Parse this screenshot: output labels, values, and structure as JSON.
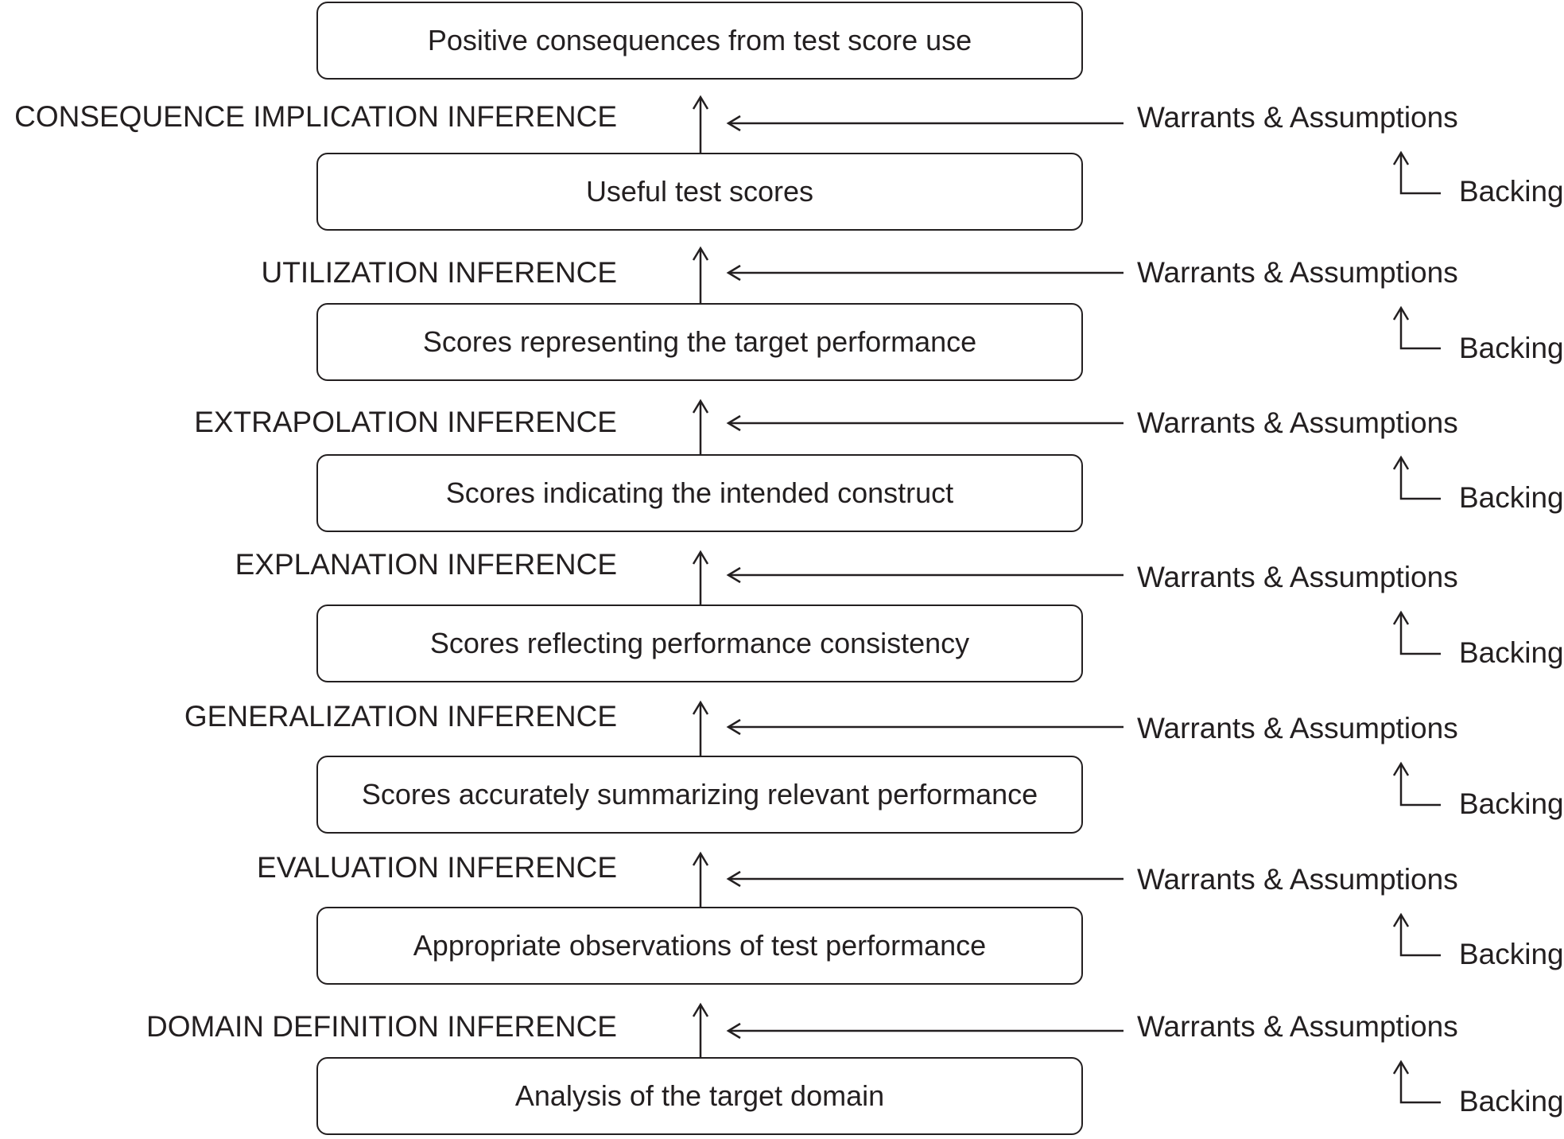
{
  "claims": [
    "Positive consequences from test score use",
    "Useful test scores",
    "Scores representing the target performance",
    "Scores indicating the intended construct",
    "Scores reflecting performance consistency",
    "Scores accurately summarizing relevant performance",
    "Appropriate observations of test performance",
    "Analysis of the target domain"
  ],
  "inferences": [
    {
      "label": "CONSEQUENCE IMPLICATION INFERENCE",
      "warrant": "Warrants & Assumptions",
      "backing": "Backing"
    },
    {
      "label": "UTILIZATION INFERENCE",
      "warrant": "Warrants & Assumptions",
      "backing": "Backing"
    },
    {
      "label": "EXTRAPOLATION INFERENCE",
      "warrant": "Warrants & Assumptions",
      "backing": "Backing"
    },
    {
      "label": "EXPLANATION INFERENCE",
      "warrant": "Warrants & Assumptions",
      "backing": "Backing"
    },
    {
      "label": "GENERALIZATION INFERENCE",
      "warrant": "Warrants & Assumptions",
      "backing": "Backing"
    },
    {
      "label": "EVALUATION INFERENCE",
      "warrant": "Warrants & Assumptions",
      "backing": "Backing"
    },
    {
      "label": "DOMAIN DEFINITION INFERENCE",
      "warrant": "Warrants & Assumptions",
      "backing": "Backing"
    }
  ],
  "colors": {
    "ink": "#231f20",
    "background": "#ffffff"
  }
}
